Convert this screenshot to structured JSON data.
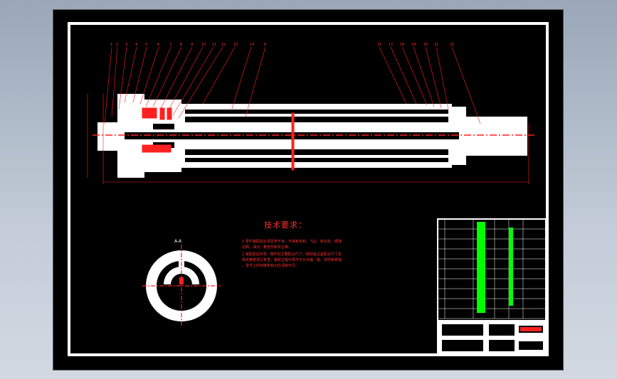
{
  "drawing": {
    "part_numbers_left": [
      "1",
      "2",
      "3",
      "4",
      "5",
      "6",
      "7",
      "8",
      "9",
      "10",
      "11",
      "12",
      "13",
      "14",
      "6"
    ],
    "part_numbers_right": [
      "15",
      "17",
      "18",
      "19",
      "20",
      "21",
      "22"
    ],
    "section_label": "A-A",
    "tech_requirements": {
      "title": "技术要求：",
      "notes": [
        "1  零件装配前必须清洗干净，不得有毛刺、飞边、氧化皮、锈蚀",
        "   切屑、油污、着色剂和灰尘等。",
        "2  装配前应对零、部件的主要配合尺寸，特别是过盈配合尺寸及",
        "   相关精度进行复查。装配过程中零件不允许磕、碰、划伤和锈蚀",
        "   。零件上的刻度和标记应清晰可见。"
      ]
    }
  },
  "colors": {
    "background": "#000000",
    "lines": "#ffffff",
    "dimension": "#ff3030",
    "bom_text": "#00ff00"
  }
}
